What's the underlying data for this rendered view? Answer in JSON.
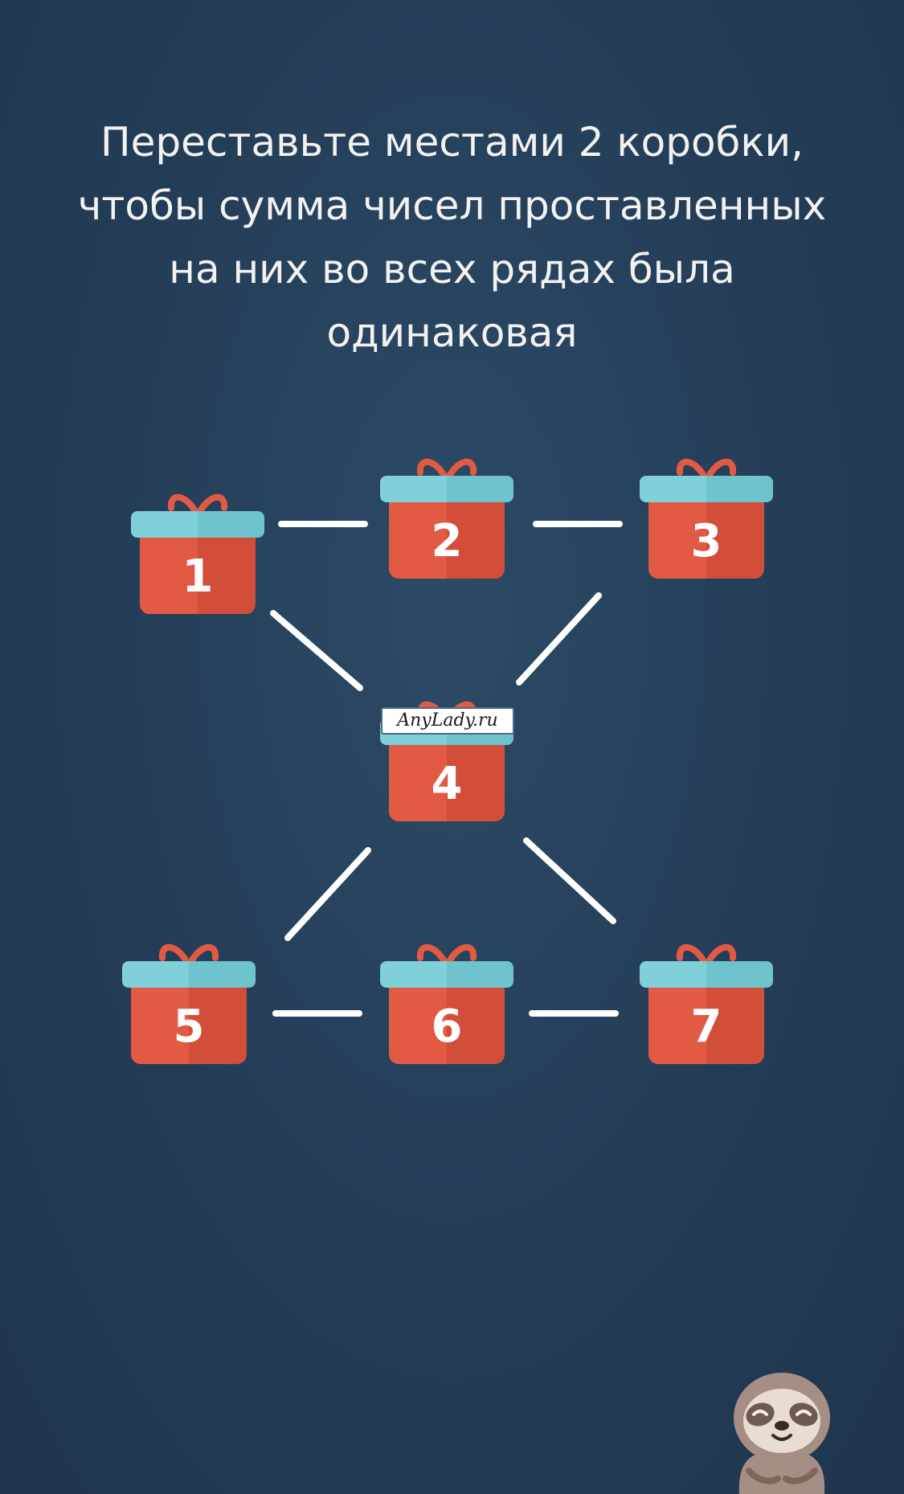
{
  "instruction": {
    "lines": [
      "Переставьте местами 2 коробки,",
      "чтобы сумма чисел проставленных",
      "на них во всех рядах была",
      "одинаковая"
    ]
  },
  "boxes": [
    {
      "number": "1"
    },
    {
      "number": "2"
    },
    {
      "number": "3"
    },
    {
      "number": "4"
    },
    {
      "number": "5"
    },
    {
      "number": "6"
    },
    {
      "number": "7"
    }
  ],
  "watermark": "AnyLady.ru",
  "colors": {
    "background": "#243d57",
    "box_body": "#e25a43",
    "box_lid": "#7fd0d8",
    "bow": "#e25a43",
    "connector": "#ffffff",
    "text": "#f2f2f2"
  },
  "icons": {
    "mascot": "sloth-icon",
    "bow": "bow-icon"
  }
}
